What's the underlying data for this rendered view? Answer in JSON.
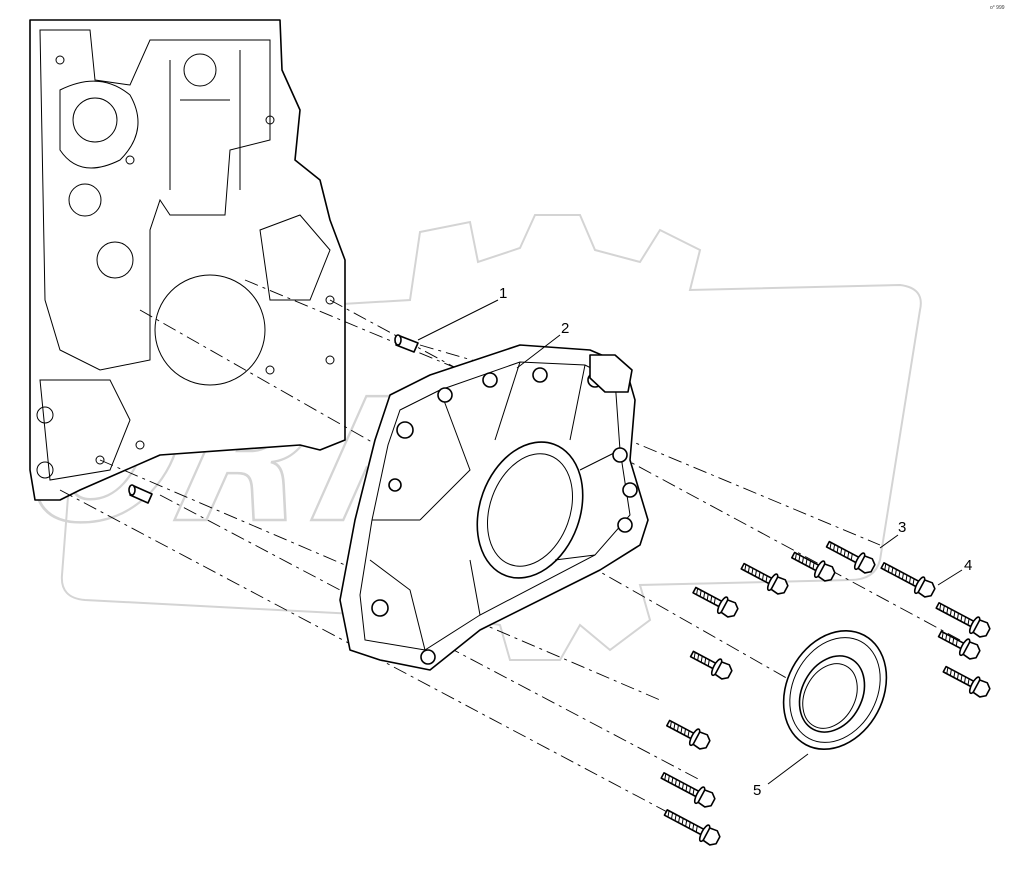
{
  "diagram": {
    "callouts": [
      {
        "id": "1",
        "text": "1"
      },
      {
        "id": "2",
        "text": "2"
      },
      {
        "id": "3",
        "text": "3"
      },
      {
        "id": "4",
        "text": "4"
      },
      {
        "id": "5",
        "text": "5"
      }
    ],
    "corner_ref": "o° 999",
    "watermark": {
      "brand_text": "ORKX"
    },
    "parts": [
      "engine-block",
      "dowel-pin",
      "flywheel-housing",
      "hex-flange-bolt",
      "crankshaft-rear-seal"
    ],
    "colors": {
      "line": "#000000",
      "watermark": "#d4d4d4",
      "background": "#ffffff"
    }
  }
}
